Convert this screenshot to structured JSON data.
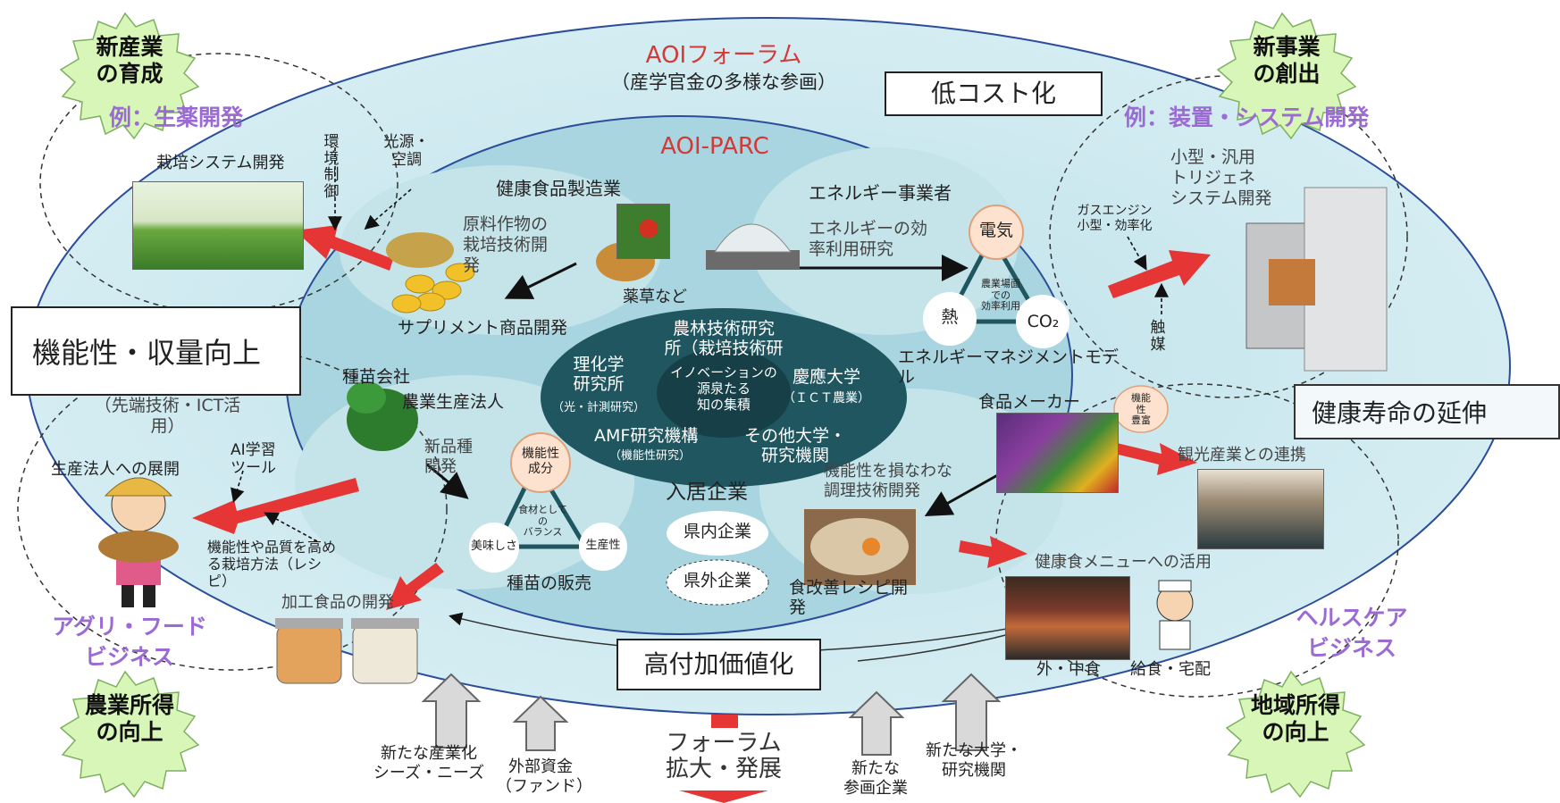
{
  "forum": {
    "title": "AOIフォーラム",
    "subtitle": "（産学官金の多様な参画）"
  },
  "parc": {
    "title": "AOI-PARC"
  },
  "badges": {
    "tl": [
      "新産業",
      "の育成"
    ],
    "tr": [
      "新事業",
      "の創出"
    ],
    "bl": [
      "農業所得",
      "の向上"
    ],
    "br": [
      "地域所得",
      "の向上"
    ]
  },
  "boxes": {
    "low_cost": "低コスト化",
    "function_yield": "機能性・収量向上",
    "healthy_life": "健康寿命の延伸",
    "high_value": "高付加価値化"
  },
  "examples": {
    "crude_drug": "例：生薬開発",
    "device": "例：装置・システム開発"
  },
  "business": {
    "agri": [
      "アグリ・フード",
      "ビジネス"
    ],
    "health": [
      "ヘルスケア",
      "ビジネス"
    ]
  },
  "top_left": {
    "cultivation": "栽培システム開発",
    "env_control": [
      "環",
      "境",
      "制",
      "御"
    ],
    "light_air": [
      "光源・",
      "空調"
    ]
  },
  "health_food": {
    "title": "健康食品製造業",
    "raw_crop": [
      "原料作物の",
      "栽培技術開",
      "発"
    ],
    "herbs": "薬草など",
    "supplement": "サプリメント商品開発"
  },
  "energy": {
    "title": "エネルギー事業者",
    "research": [
      "エネルギーの効",
      "率利用研究"
    ],
    "electricity": "電気",
    "heat": "熱",
    "co2": "CO₂",
    "use": [
      "農業場面",
      "での",
      "効率利用"
    ],
    "model": [
      "エネルギーマネジメントモデ",
      "ル"
    ]
  },
  "right_top": {
    "trigen": [
      "小型・汎用",
      "トリジェネ",
      "システム開発"
    ],
    "gas_engine": [
      "ガスエンジン",
      "小型・効率化"
    ],
    "catalyst": [
      "触",
      "媒"
    ]
  },
  "center": {
    "riken": [
      "理化学",
      "研究所"
    ],
    "riken_sub": "（光・計測研究）",
    "nourin": [
      "農林技術研究",
      "所（栽培技術研"
    ],
    "keio": "慶應大学",
    "keio_sub": "（ＩＣＴ農業）",
    "innovation": [
      "イノベーションの",
      "源泉たる",
      "知の集積"
    ],
    "amf": "AMF研究機構",
    "amf_sub": "（機能性研究）",
    "others": [
      "その他大学・",
      "研究機関"
    ]
  },
  "left_mid": {
    "seed_company": "種苗会社",
    "farm_corp": "農業生産法人",
    "adv_tech": [
      "（先端技術・ICT活",
      "用）"
    ],
    "ai": [
      "AI学習",
      "ツール"
    ],
    "deploy": "生産法人への展開",
    "new_variety": [
      "新品種",
      "開発"
    ],
    "cultivation_recipe": [
      "機能性や品質を高め",
      "る栽培方法（レシ",
      "ピ）"
    ],
    "functional": [
      "機能性",
      "成分"
    ],
    "taste": "美味しさ",
    "productivity": "生産性",
    "balance": [
      "食材として",
      "の",
      "バランス"
    ],
    "seed_sales": "種苗の販売",
    "processed": "加工食品の開発"
  },
  "companies": {
    "title": "入居企業",
    "in_pref": "県内企業",
    "out_pref": "県外企業"
  },
  "food_maker": {
    "title": "食品メーカー",
    "bubble": [
      "機能",
      "性",
      "豊富"
    ],
    "cooking": [
      "機能性を損なわな",
      "調理技術開発"
    ],
    "recipe": [
      "食改善レシピ開",
      "発"
    ]
  },
  "right_bottom": {
    "tourism": "観光産業との連携",
    "menu": "健康食メニューへの活用",
    "eatout": "外・中食",
    "catering": "給食・宅配"
  },
  "bottom": {
    "seeds_needs": [
      "新たな産業化",
      "シーズ・ニーズ"
    ],
    "funds": [
      "外部資金",
      "（ファンド）"
    ],
    "forum_expand": [
      "フォーラム",
      "拡大・発展"
    ],
    "new_companies": [
      "新たな",
      "参画企業"
    ],
    "new_univ": [
      "新たな大学・",
      "研究機関"
    ]
  },
  "colors": {
    "outer": "#c9e6ee",
    "inner": "#9fd0dc",
    "dark": "#1f5660",
    "arrow_red": "#e53535",
    "badge": "#d8f6b8",
    "purple": "#9b6bd4"
  }
}
